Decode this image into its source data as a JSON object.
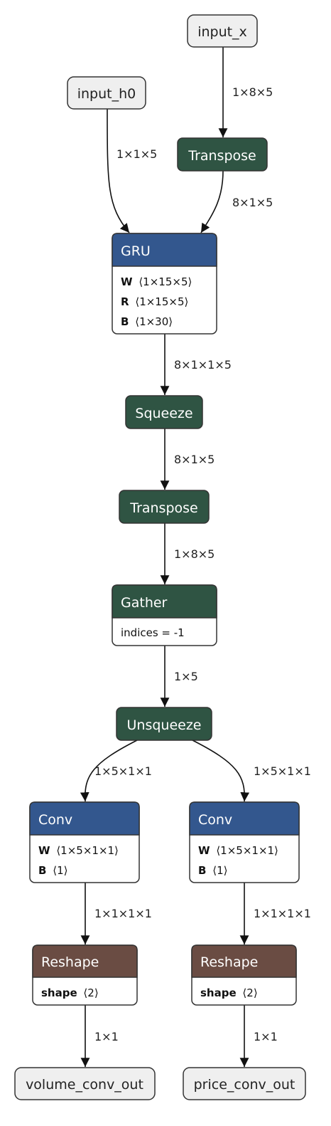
{
  "colors": {
    "op_green": "#2f5443",
    "op_blue": "#33578e",
    "op_brown": "#6a4c43",
    "io_fill": "#efefef",
    "stroke": "#333333"
  },
  "inputs": {
    "input_x": "input_x",
    "input_h0": "input_h0"
  },
  "outputs": {
    "volume": "volume_conv_out",
    "price": "price_conv_out"
  },
  "nodes": {
    "transpose1": {
      "title": "Transpose"
    },
    "gru": {
      "title": "GRU",
      "attrs": [
        {
          "name": "W",
          "value": "⟨1×15×5⟩"
        },
        {
          "name": "R",
          "value": "⟨1×15×5⟩"
        },
        {
          "name": "B",
          "value": "⟨1×30⟩"
        }
      ]
    },
    "squeeze": {
      "title": "Squeeze"
    },
    "transpose2": {
      "title": "Transpose"
    },
    "gather": {
      "title": "Gather",
      "attr_text": "indices = -1"
    },
    "unsqueeze": {
      "title": "Unsqueeze"
    },
    "conv_left": {
      "title": "Conv",
      "attrs": [
        {
          "name": "W",
          "value": "⟨1×5×1×1⟩"
        },
        {
          "name": "B",
          "value": "⟨1⟩"
        }
      ]
    },
    "conv_right": {
      "title": "Conv",
      "attrs": [
        {
          "name": "W",
          "value": "⟨1×5×1×1⟩"
        },
        {
          "name": "B",
          "value": "⟨1⟩"
        }
      ]
    },
    "reshape_left": {
      "title": "Reshape",
      "attrs": [
        {
          "name": "shape",
          "value": "⟨2⟩"
        }
      ]
    },
    "reshape_right": {
      "title": "Reshape",
      "attrs": [
        {
          "name": "shape",
          "value": "⟨2⟩"
        }
      ]
    }
  },
  "edges": {
    "x_to_transpose": "1×8×5",
    "h0_to_gru": "1×1×5",
    "transpose_to_gru": "8×1×5",
    "gru_to_squeeze": "8×1×1×5",
    "squeeze_to_transpose": "8×1×5",
    "transpose_to_gather": "1×8×5",
    "gather_to_unsqueeze": "1×5",
    "unsqueeze_to_conv_left": "1×5×1×1",
    "unsqueeze_to_conv_right": "1×5×1×1",
    "conv_left_to_reshape": "1×1×1×1",
    "conv_right_to_reshape": "1×1×1×1",
    "reshape_left_to_out": "1×1",
    "reshape_right_to_out": "1×1"
  }
}
